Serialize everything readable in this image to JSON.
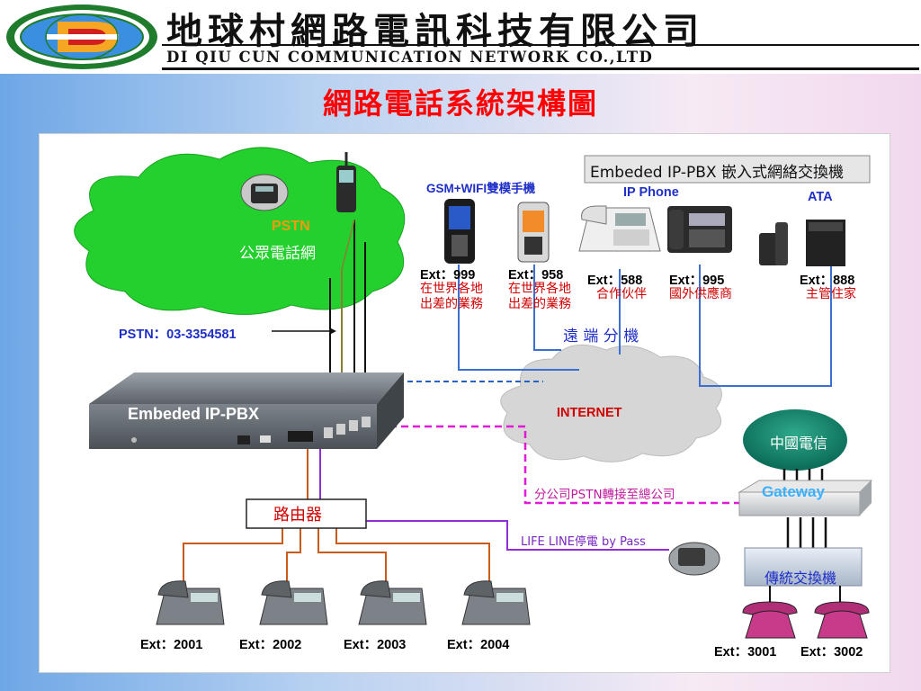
{
  "header": {
    "company_name": "地球村網路電訊科技有限公司",
    "company_name_en": "DI QIU CUN COMMUNICATION NETWORK CO.,LTD"
  },
  "page_title": "網路電話系統架構圖",
  "diagram": {
    "legend_box": "Embeded IP-PBX 嵌入式網絡交換機",
    "pstn_cloud": {
      "title": "PSTN",
      "subtitle": "公眾電話網"
    },
    "pstn_number": "PSTN：03-3354581",
    "pbx_label": "Embeded IP-PBX",
    "internet_label": "INTERNET",
    "remote_label": "遠 端 分 機",
    "router_label": "路由器",
    "gsm_label": "GSM+WIFI雙模手機",
    "ip_phone_label": "IP Phone",
    "ata_label": "ATA",
    "remote_devices": [
      {
        "ext": "Ext：999",
        "desc1": "在世界各地",
        "desc2": "出差的業務"
      },
      {
        "ext": "Ext：958",
        "desc1": "在世界各地",
        "desc2": "出差的業務"
      },
      {
        "ext": "Ext：588",
        "desc1": "合作伙伴",
        "desc2": ""
      },
      {
        "ext": "Ext：995",
        "desc1": "國外供應商",
        "desc2": ""
      },
      {
        "ext": "Ext：888",
        "desc1": "主管住家",
        "desc2": ""
      }
    ],
    "branch_note": "分公司PSTN轉接至總公司",
    "lifeline_note": "LIFE LINE停電 by Pass",
    "china_telecom": "中國電信",
    "gateway_label": "Gateway",
    "legacy_pbx": "傳統交換機",
    "local_exts": [
      "Ext：2001",
      "Ext：2002",
      "Ext：2003",
      "Ext：2004"
    ],
    "legacy_exts": [
      "Ext：3001",
      "Ext：3002"
    ]
  }
}
